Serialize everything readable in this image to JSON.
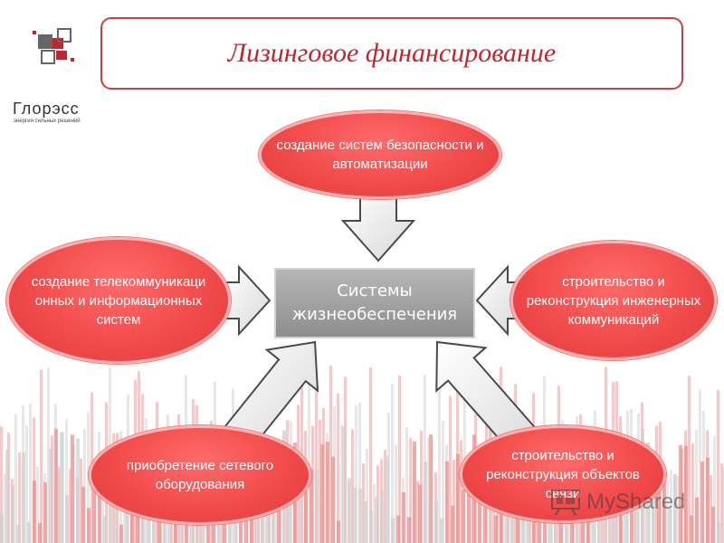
{
  "header": {
    "title": "Лизинговое финансирование"
  },
  "logo": {
    "name": "Глорэсс",
    "tagline": "энергия сильных решений"
  },
  "diagram": {
    "center": "Системы жизнеобеспечения",
    "nodes": {
      "top": "создание систем безопасности и автоматизации",
      "left": "создание телекоммуникаци онных и информационных систем",
      "right": "строительство и реконструкция инженерных коммуникаций",
      "bottom_left": "приобретение сетевого оборудования",
      "bottom_right": "строительство и реконструкция объектов связи"
    }
  },
  "watermark": {
    "text": "MyShared"
  },
  "colors": {
    "accent": "#e8413f",
    "title": "#c8232c",
    "center": "#a0a0a0"
  }
}
